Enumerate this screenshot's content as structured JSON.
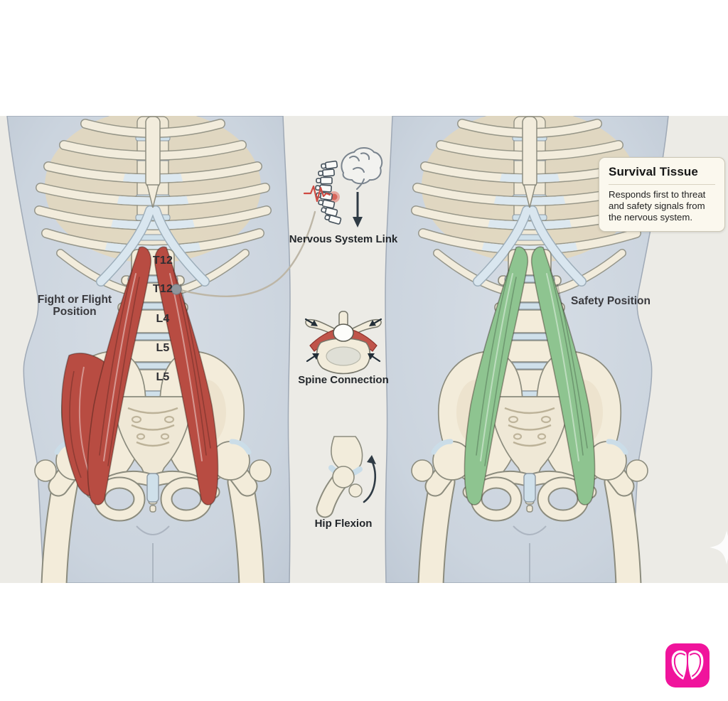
{
  "figure_type": "anatomy-education-diagram",
  "colors": {
    "muscle_red": "#b84c42",
    "muscle_green": "#8ec490",
    "logo_pink": "#f0149c",
    "band_bg": "#ecebe6",
    "torso_fill": "#cbd4de",
    "bone_fill": "#f3ecda",
    "cartilage_fill": "#d7e5ef",
    "text_dark": "#2b2b2b"
  },
  "left_figure": {
    "position_label": "Fight or Flight Position",
    "vertebra_labels": [
      "T12",
      "T12",
      "L4",
      "L5",
      "L5"
    ]
  },
  "right_figure": {
    "position_label": "Safety Position"
  },
  "center_column": {
    "items": [
      {
        "label": "Nervous System Link"
      },
      {
        "label": "Spine Connection"
      },
      {
        "label": "Hip Flexion"
      }
    ]
  },
  "callout": {
    "title": "Survival Tissue",
    "body": "Responds first to threat and safety signals from the nervous system."
  }
}
